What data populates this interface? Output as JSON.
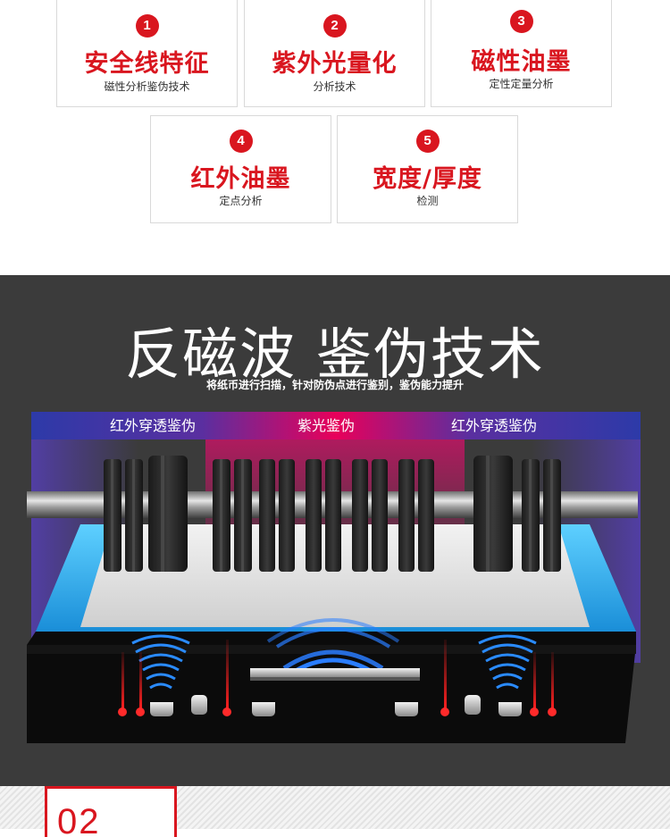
{
  "colors": {
    "accent_red": "#d9161f",
    "dark_bg": "#3b3b3b",
    "band_blue": "#2d3aa8",
    "band_pink": "#e8005a",
    "tray_cyan": "#35b6f0"
  },
  "features": [
    {
      "num": "1",
      "title": "安全线特征",
      "sub": "磁性分析鉴伪技术"
    },
    {
      "num": "2",
      "title": "紫外光量化",
      "sub": "分析技术"
    },
    {
      "num": "3",
      "title": "磁性油墨",
      "sub": "定性定量分析"
    },
    {
      "num": "4",
      "title": "红外油墨",
      "sub": "定点分析"
    },
    {
      "num": "5",
      "title": "宽度/厚度",
      "sub": "检测"
    }
  ],
  "hero": {
    "title": "反磁波 鉴伪技术",
    "subtitle": "将纸币进行扫描，针对防伪点进行鉴别，鉴伪能力提升"
  },
  "band": {
    "left": "红外穿透鉴伪",
    "center": "紫光鉴伪",
    "right": "红外穿透鉴伪"
  },
  "section_code": "02"
}
